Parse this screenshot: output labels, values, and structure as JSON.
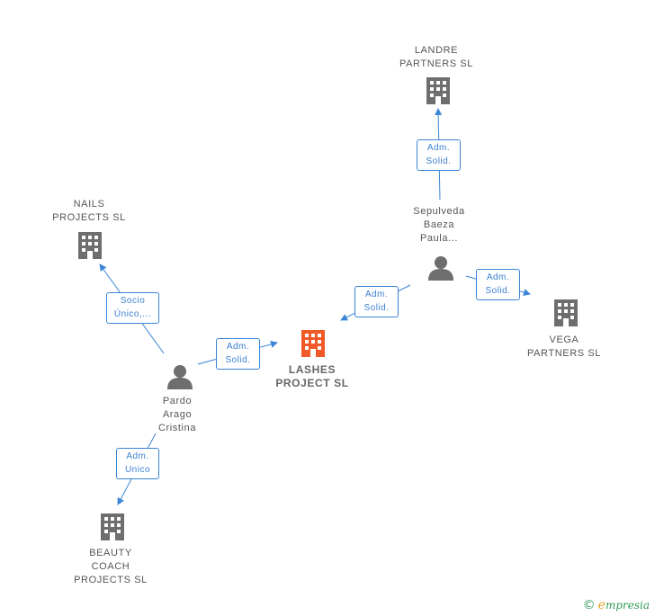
{
  "nodes": {
    "lashes": {
      "label": "LASHES\nPROJECT SL"
    },
    "landre": {
      "label": "LANDRE\nPARTNERS SL"
    },
    "nails": {
      "label": "NAILS\nPROJECTS SL"
    },
    "vega": {
      "label": "VEGA\nPARTNERS SL"
    },
    "beauty": {
      "label": "BEAUTY\nCOACH\nPROJECTS SL"
    },
    "sepulveda": {
      "label": "Sepulveda\nBaeza\nPaula..."
    },
    "pardo": {
      "label": "Pardo\nArago\nCristina"
    }
  },
  "edges": {
    "sep_landre": {
      "label": "Adm.\nSolid."
    },
    "sep_lashes": {
      "label": "Adm.\nSolid."
    },
    "sep_vega": {
      "label": "Adm.\nSolid."
    },
    "pardo_nails": {
      "label": "Socio\nÚnico,..."
    },
    "pardo_lashes": {
      "label": "Adm.\nSolid."
    },
    "pardo_beauty": {
      "label": "Adm.\nUnico"
    }
  },
  "colors": {
    "company": "#6e6e6e",
    "main_company": "#f05a28",
    "person": "#6e6e6e",
    "edge": "#3a85d6"
  },
  "footer": {
    "copyright": "©",
    "brand_initial": "e",
    "brand_rest": "mpresia"
  }
}
